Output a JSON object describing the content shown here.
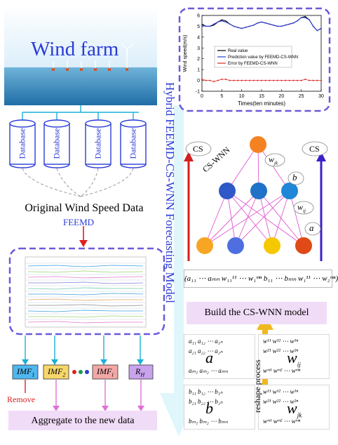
{
  "banner": {
    "title": "Wind farm"
  },
  "databases": [
    "Database",
    "Database",
    "Database",
    "Database"
  ],
  "original_data_label": "Original Wind Speed Data",
  "feemd_label": "FEEMD",
  "components": [
    {
      "main": "IMF",
      "sub": "1",
      "color": "#4fb7f0"
    },
    {
      "main": "IMF",
      "sub": "2",
      "color": "#f7d76b"
    },
    {
      "main": "IMF",
      "sub": "i",
      "color": "#f2a7a7"
    },
    {
      "main": "R",
      "sub": "H",
      "color": "#c9a3ee"
    }
  ],
  "remove_label": "Remove",
  "aggregate_label": "Aggregate to the new data",
  "vertical_title": "Hybrid FEEMD-CS-WNN Forecasting Model",
  "network": {
    "cswnn_label": "CS-WNN",
    "cs_left": "CS",
    "cs_right": "CS",
    "weight_top": "w",
    "weight_top_sub": "jk",
    "bias_label": "b",
    "weight_mid": "w",
    "weight_mid_sub": "ij",
    "scale_label": "a",
    "input_colors": [
      "#f6a623",
      "#4f6fe0",
      "#f5c800",
      "#e04a16"
    ],
    "hidden_colors": [
      "#2f58c8",
      "#1f72c8",
      "#1f86d8"
    ],
    "output_color": "#f58220"
  },
  "params_label": "(a₁₁ ⋯ aₘₙ w₁₁¹¹ ⋯ w₁ᵐⁿ b₁₁ ⋯ bₘₙ w₁¹¹ ⋯ w₂ᵐⁿ)",
  "build_label": "Build the CS-WNN model",
  "reshape_label": "reshape process",
  "matrices": {
    "a": {
      "r1": "a₁₁  a₁₂  ⋯  a₁ₙ",
      "r2": "a₂₁  a₂₂  ⋯  a₂ₙ",
      "r3": "aₘ₁  aₘ₂  ⋯  aₘₙ",
      "big": "a"
    },
    "w1": {
      "r1": "w¹¹  w¹²  ⋯  w¹ⁿ",
      "r2": "w²¹  w²²  ⋯  w²ⁿ",
      "r3": "wᵐ¹  wᵐ²  ⋯  wᵐⁿ",
      "big": "w",
      "sub": "ij"
    },
    "b": {
      "r1": "b₁₁  b₁₂  ⋯  b₁ₙ",
      "r2": "b₂₁  b₂₂  ⋯  b₂ₙ",
      "r3": "bₘ₁  bₘ₂  ⋯  bₘₙ",
      "big": "b"
    },
    "w2": {
      "r1": "w¹¹  w¹²  ⋯  w¹ⁿ",
      "r2": "w²¹  w²²  ⋯  w²ⁿ",
      "r3": "wᵐ¹  wᵐ²  ⋯  wᵐⁿ",
      "big": "w",
      "sub": "jk"
    }
  },
  "chart_data": {
    "type": "line",
    "xlabel": "Times(ten minutes)",
    "ylabel": "Wind speed(m/s)",
    "xlim": [
      0,
      30
    ],
    "ylim": [
      -1,
      6
    ],
    "xticks": [
      0,
      5,
      10,
      15,
      20,
      25,
      30
    ],
    "yticks": [
      -1,
      0,
      1,
      2,
      3,
      4,
      5,
      6
    ],
    "legend_position": "center-left",
    "x": [
      0,
      1,
      2,
      3,
      4,
      5,
      6,
      7,
      8,
      9,
      10,
      11,
      12,
      13,
      14,
      15,
      16,
      17,
      18,
      19,
      20,
      21,
      22,
      23,
      24,
      25,
      26,
      27,
      28,
      29,
      30
    ],
    "series": [
      {
        "name": "Real value",
        "color": "#000000",
        "values": [
          5.2,
          5.0,
          5.0,
          5.1,
          5.4,
          5.6,
          5.5,
          5.2,
          5.0,
          4.9,
          4.8,
          4.9,
          5.0,
          5.1,
          5.3,
          5.4,
          5.3,
          5.2,
          5.1,
          5.0,
          5.0,
          5.1,
          5.2,
          5.3,
          5.5,
          5.8,
          5.9,
          5.6,
          5.0,
          4.6,
          4.8
        ]
      },
      {
        "name": "Prediction value by FEEMD-CS-WNN",
        "color": "#2a3bd6",
        "values": [
          5.1,
          5.0,
          5.0,
          5.2,
          5.4,
          5.5,
          5.4,
          5.2,
          5.0,
          4.9,
          4.8,
          4.9,
          5.0,
          5.1,
          5.3,
          5.4,
          5.3,
          5.2,
          5.1,
          5.0,
          5.0,
          5.1,
          5.2,
          5.3,
          5.5,
          5.8,
          5.8,
          5.6,
          5.0,
          4.6,
          4.8
        ]
      },
      {
        "name": "Error by FEEMD-CS-WNN",
        "color": "#e02020",
        "values": [
          0.1,
          0.0,
          0.0,
          -0.1,
          0.0,
          0.1,
          0.1,
          0.0,
          0.0,
          0.0,
          0.0,
          0.0,
          0.0,
          0.0,
          0.0,
          0.0,
          0.0,
          0.0,
          0.0,
          0.0,
          0.0,
          0.0,
          0.0,
          0.0,
          0.0,
          0.0,
          0.1,
          0.0,
          0.0,
          0.0,
          0.0
        ]
      }
    ]
  }
}
